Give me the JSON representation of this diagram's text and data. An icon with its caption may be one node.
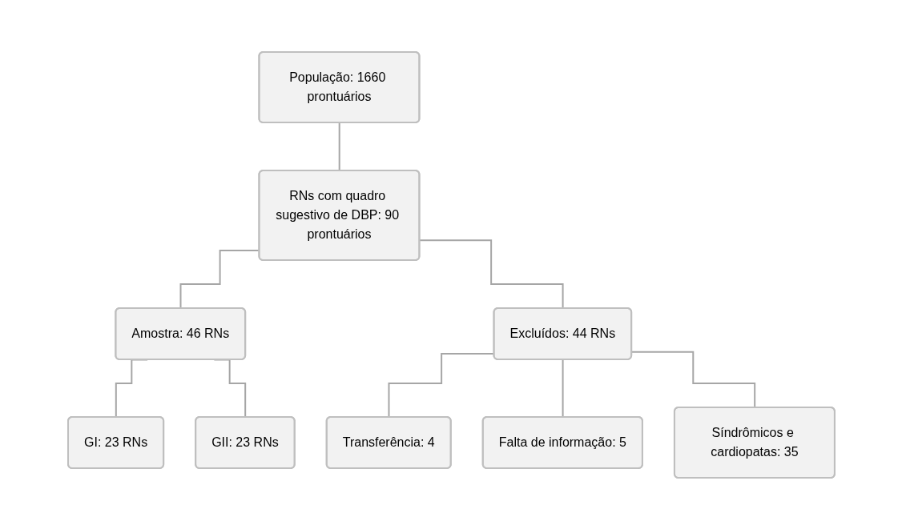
{
  "diagram": {
    "nodes": [
      {
        "text": [
          "População: 1660 prontuários"
        ]
      },
      {
        "text": [
          "RNs com quadro sugestivo de DBP: 90 prontuários"
        ]
      },
      {
        "text": [
          "Amostra: 46 RNs"
        ]
      },
      {
        "text": [
          "Excluídos: 44 RNs"
        ]
      },
      {
        "text": [
          "GI: 23 RNs"
        ]
      },
      {
        "text": [
          "GII: 23 RNs"
        ]
      },
      {
        "text": [
          "Transferência: 4"
        ]
      },
      {
        "text": [
          "Falta de informação: 5"
        ]
      },
      {
        "text": [
          "Síndrômicos e cardiopatas: 35"
        ]
      }
    ],
    "edges": [
      {
        "from": 0,
        "to": 1,
        "arrow": "none"
      },
      {
        "from": 1,
        "to": 2,
        "arrow": "none"
      },
      {
        "from": 1,
        "to": 3,
        "arrow": "none"
      },
      {
        "from": 2,
        "to": 4,
        "arrow": "none"
      },
      {
        "from": 2,
        "to": 5,
        "arrow": "none"
      },
      {
        "from": 3,
        "to": 6,
        "arrow": "none"
      },
      {
        "from": 3,
        "to": 7,
        "arrow": "none"
      },
      {
        "from": 3,
        "to": 8,
        "arrow": "none"
      }
    ]
  }
}
